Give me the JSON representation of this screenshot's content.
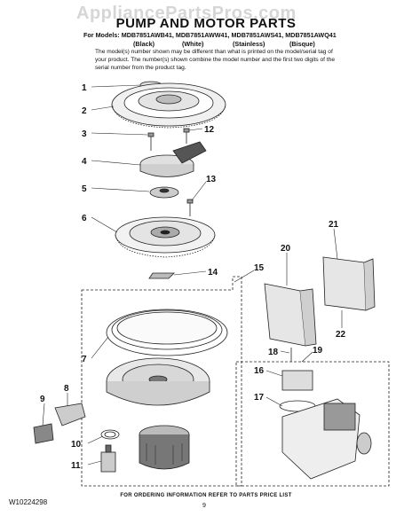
{
  "watermark": "AppliancePartsPros.com",
  "title": "PUMP AND MOTOR PARTS",
  "models_line": "For Models: MDB7851AWB41, MDB7851AWW41, MDB7851AWS41, MDB7851AWQ41",
  "variants": [
    "(Black)",
    "(White)",
    "(Stainless)",
    "(Bisque)"
  ],
  "note": "The model(s) number shown may be different than what is printed on the model/serial tag of your product. The number(s) shown combine the model number and the first two digits of the serial number from the product tag.",
  "callouts": [
    "1",
    "2",
    "3",
    "4",
    "5",
    "6",
    "7",
    "8",
    "9",
    "10",
    "11",
    "12",
    "13",
    "14",
    "15",
    "16",
    "17",
    "18",
    "19",
    "20",
    "21",
    "22"
  ],
  "footer": "FOR ORDERING INFORMATION REFER TO PARTS PRICE LIST",
  "doc_id": "W10224298",
  "page_number": "9"
}
